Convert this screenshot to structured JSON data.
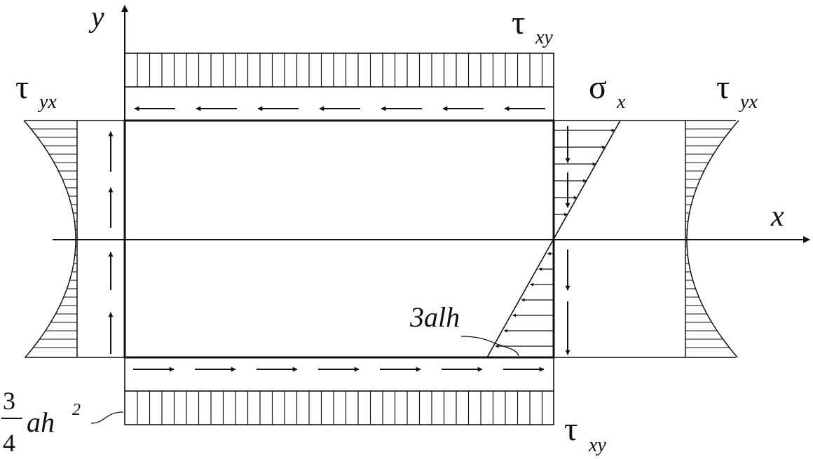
{
  "labels": {
    "y_axis": "y",
    "x_axis": "x",
    "tau": "τ",
    "sigma": "σ",
    "sub_xy": "xy",
    "sub_yx": "yx",
    "sub_x": "x",
    "shear_edge_value": "3alh",
    "frac_num": "3",
    "frac_den": "4",
    "shear_max_value": "ah",
    "shear_max_exp": "2"
  },
  "colors": {
    "stroke": "#111111",
    "background": "#ffffff"
  }
}
